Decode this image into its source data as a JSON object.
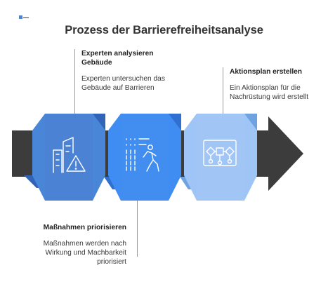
{
  "title": "Prozess der Barrierefreiheitsanalyse",
  "steps": [
    {
      "heading": "Experten analysieren Gebäude",
      "description": "Experten untersuchen das Gebäude auf Barrieren",
      "icon": "building-warning-icon",
      "color": "#4a86d8"
    },
    {
      "heading": "Maßnahmen priorisieren",
      "description": "Maßnahmen werden nach Wirkung und Machbarkeit priorisiert",
      "icon": "person-walking-forward-icon",
      "color": "#3f8cf2"
    },
    {
      "heading": "Aktionsplan erstellen",
      "description": "Ein Aktionsplan für die Nachrüstung wird erstellt",
      "icon": "flowchart-plan-icon",
      "color": "#9ec5f6"
    }
  ],
  "colors": {
    "arrow": "#3c3c3c",
    "leader": "#9a9a9a",
    "icon_stroke": "#ffffff"
  }
}
